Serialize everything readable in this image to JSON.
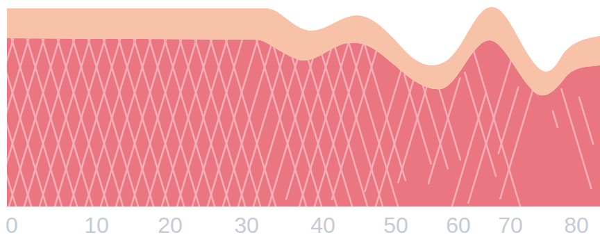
{
  "diagram": {
    "labels": [
      "0",
      "10",
      "20",
      "30",
      "40",
      "50",
      "60",
      "70",
      "80"
    ]
  }
}
